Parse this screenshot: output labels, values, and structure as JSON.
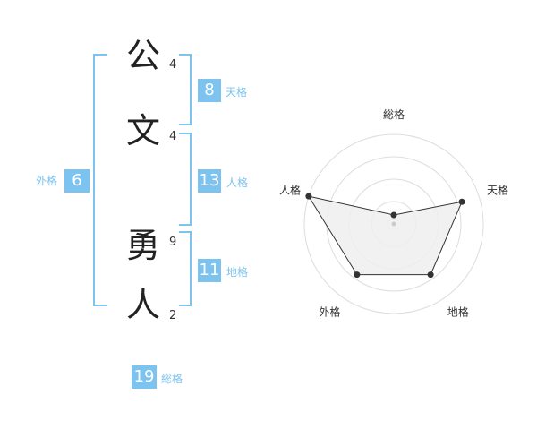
{
  "name": {
    "chars": [
      {
        "char": "公",
        "strokes": "4"
      },
      {
        "char": "文",
        "strokes": "4"
      },
      {
        "char": "勇",
        "strokes": "9"
      },
      {
        "char": "人",
        "strokes": "2"
      }
    ]
  },
  "kaku": {
    "tenkaku": {
      "value": "8",
      "label": "天格"
    },
    "jinkaku": {
      "value": "13",
      "label": "人格"
    },
    "chikaku": {
      "value": "11",
      "label": "地格"
    },
    "gaikaku": {
      "value": "6",
      "label": "外格"
    },
    "soukaku": {
      "value": "19",
      "label": "総格"
    }
  },
  "colors": {
    "accent": "#7cc3ef",
    "polygon_fill": "#efefef",
    "ring": "#dddddd"
  },
  "chart_data": {
    "type": "radar",
    "axes": [
      "総格",
      "天格",
      "地格",
      "外格",
      "人格"
    ],
    "values": [
      0.1,
      0.8,
      0.7,
      0.7,
      1.0
    ],
    "range": [
      0,
      1
    ],
    "rings": 4
  }
}
